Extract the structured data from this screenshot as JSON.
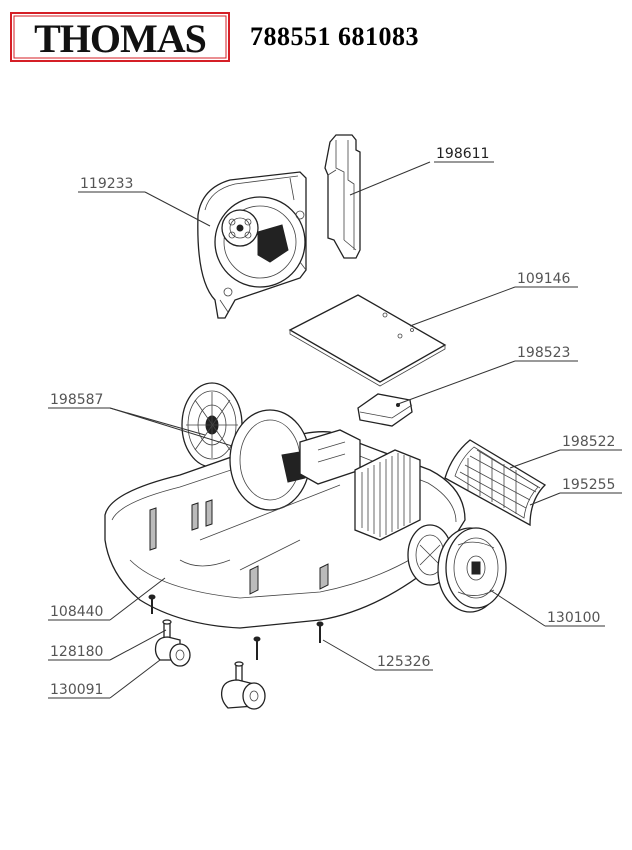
{
  "header": {
    "brand": "THOMAS",
    "model_numbers": "788551 681083"
  },
  "labels": {
    "p198611": "198611",
    "p119233": "119233",
    "p109146": "109146",
    "p198523": "198523",
    "p198587": "198587",
    "p198522": "198522",
    "p195255": "195255",
    "p108440": "108440",
    "p130100": "130100",
    "p128180": "128180",
    "p125326": "125326",
    "p130091": "130091"
  },
  "colors": {
    "logo_red": "#d51f26",
    "logo_black": "#111111"
  }
}
